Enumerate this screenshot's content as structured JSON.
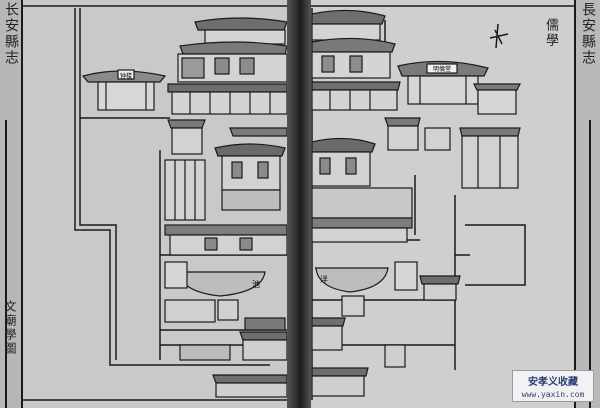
{
  "left_page": {
    "margin_title": "长安縣志",
    "plaque": "钟楼",
    "label_pond": "池",
    "caption": "文廟學圖"
  },
  "right_page": {
    "margin_title": "長安縣志",
    "label_academy": "儒學",
    "plaque": "明倫堂",
    "label_pond": "泮"
  },
  "watermark": {
    "name": "安孝义收藏",
    "site": "www.yaxin.com"
  }
}
